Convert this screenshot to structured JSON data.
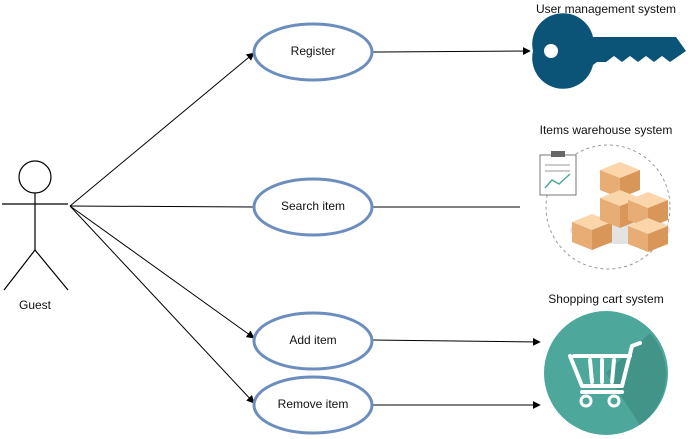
{
  "actor": {
    "label": "Guest"
  },
  "use_cases": [
    {
      "id": "register",
      "label": "Register"
    },
    {
      "id": "search",
      "label": "Search item"
    },
    {
      "id": "add",
      "label": "Add item"
    },
    {
      "id": "remove",
      "label": "Remove item"
    }
  ],
  "systems": [
    {
      "id": "user",
      "label": "User management system",
      "icon": "key-icon",
      "color": "#0b5477"
    },
    {
      "id": "warehouse",
      "label": "Items warehouse system",
      "icon": "warehouse-boxes-icon",
      "color": "#f2c193"
    },
    {
      "id": "cart",
      "label": "Shopping cart system",
      "icon": "shopping-cart-icon",
      "color": "#4ea79b"
    }
  ],
  "colors": {
    "ellipse_stroke": "#6c8ebf",
    "line": "#000000"
  }
}
